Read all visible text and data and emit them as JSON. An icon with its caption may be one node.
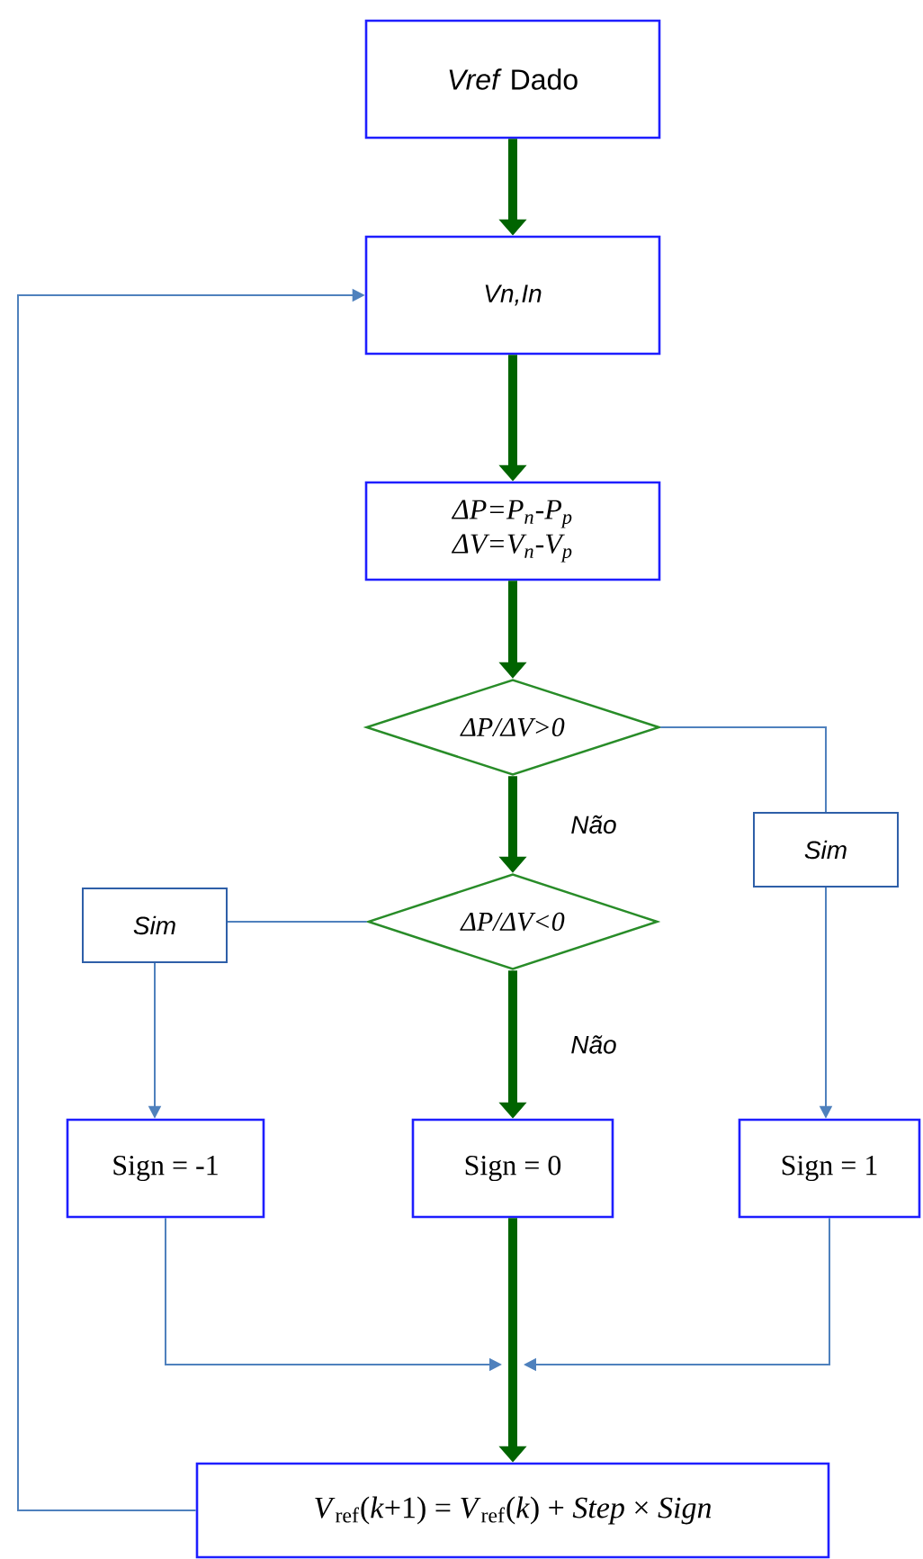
{
  "diagram": {
    "nodes": [
      {
        "text": [
          "*Vref* Dado"
        ]
      },
      {
        "text": [
          "Vn,In"
        ]
      },
      {
        "text": [
          "ΔP=P$_{n}$-P$_{p}$",
          "ΔV=V$_{n}$-V$_{p}$"
        ]
      },
      {
        "text": [
          "ΔP/ΔV>0"
        ]
      },
      {
        "text": [
          "ΔP/ΔV<0"
        ]
      },
      {
        "text": [
          "Sim"
        ]
      },
      {
        "text": [
          "Sim"
        ]
      },
      {
        "text": [
          "Sign = -1"
        ]
      },
      {
        "text": [
          "Sign = 0"
        ]
      },
      {
        "text": [
          "Sign = 1"
        ]
      },
      {
        "text": [
          "*V*$_{ref}$(*k*+1) = *V*$_{ref}$(*k*) + *Step* × *Sign*"
        ]
      }
    ],
    "edges": [
      {
        "from": 0,
        "to": 1,
        "arrow": "to",
        "style": "thick",
        "color": "#006400"
      },
      {
        "from": 1,
        "to": 2,
        "arrow": "to",
        "style": "thick",
        "color": "#006400"
      },
      {
        "from": 2,
        "to": 3,
        "arrow": "to",
        "style": "thick",
        "color": "#006400"
      },
      {
        "from": 3,
        "to": 4,
        "arrow": "to",
        "style": "thick",
        "color": "#006400",
        "label": "Não"
      },
      {
        "from": 3,
        "to": 5,
        "arrow": "none"
      },
      {
        "from": 5,
        "to": 9,
        "arrow": "to"
      },
      {
        "from": 4,
        "to": 6,
        "arrow": "none"
      },
      {
        "from": 6,
        "to": 7,
        "arrow": "to"
      },
      {
        "from": 4,
        "to": 8,
        "arrow": "to",
        "style": "thick",
        "color": "#006400",
        "label": "Não"
      },
      {
        "from": 7,
        "to": 10,
        "arrow": "to"
      },
      {
        "from": 9,
        "to": 10,
        "arrow": "to"
      },
      {
        "from": 8,
        "to": 10,
        "arrow": "to",
        "style": "thick",
        "color": "#006400"
      },
      {
        "from": 10,
        "to": 1,
        "arrow": "to"
      }
    ]
  }
}
